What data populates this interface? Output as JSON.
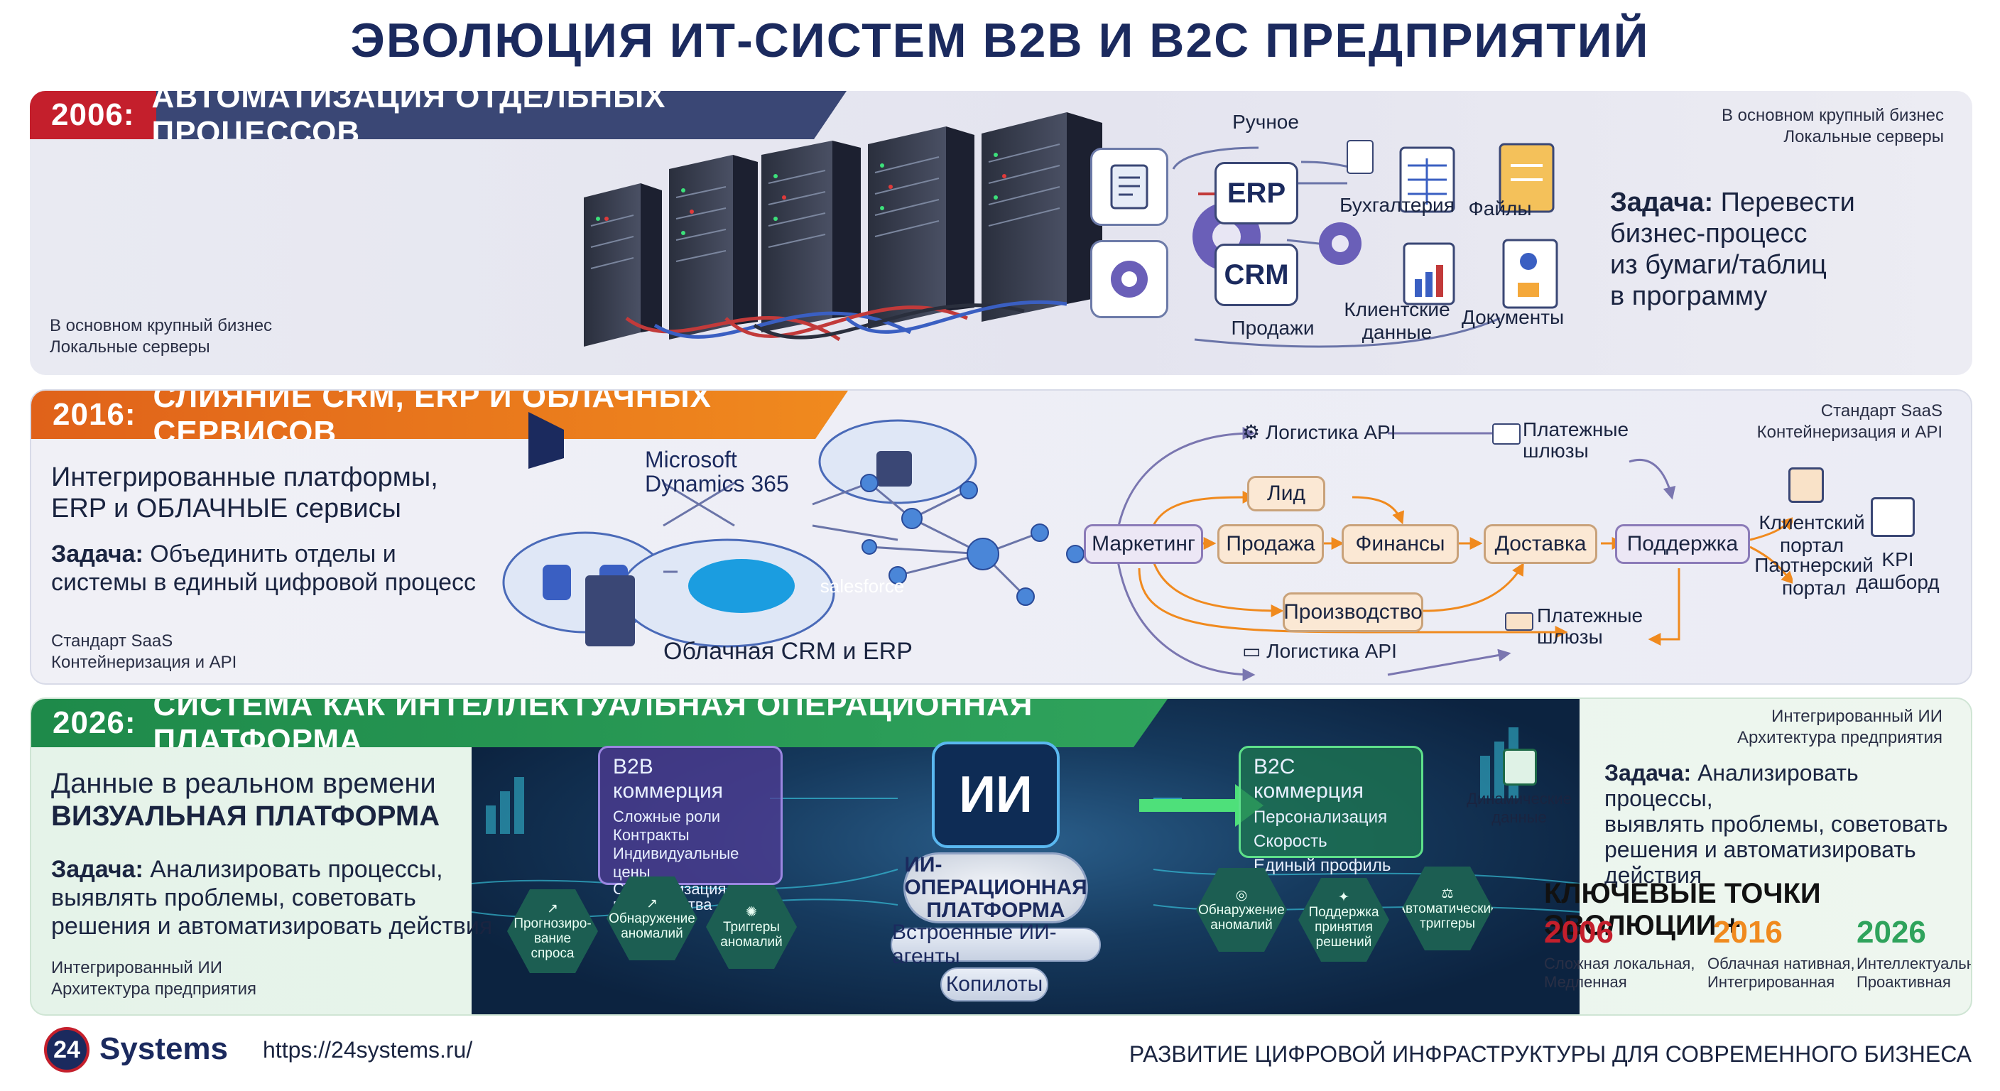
{
  "title": "ЭВОЛЮЦИЯ ИТ-СИСТЕМ B2B И B2C ПРЕДПРИЯТИЙ",
  "colors": {
    "red": "#c41f2c",
    "navy": "#1b2a5e",
    "orange": "#f08a1e",
    "green": "#2fa35c"
  },
  "p2006": {
    "year": "2006:",
    "heading": "АВТОМАТИЗАЦИЯ ОТДЕЛЬНЫХ ПРОЦЕССОВ",
    "note_left": [
      "В основном крупный бизнес",
      "Локальные серверы"
    ],
    "note_right": [
      "В основном крупный бизнес",
      "Локальные серверы"
    ],
    "erp": "ERP",
    "crm": "CRM",
    "manual": "Ручное",
    "sales": "Продажи",
    "accounting": "Бухгалтерия",
    "files": "Файлы",
    "client_data": [
      "Клиентские",
      "данные"
    ],
    "documents": "Документы",
    "task_label": "Задача:",
    "task_text": [
      "Перевести",
      "бизнес-процесс",
      "из бумаги/таблиц",
      "в программу"
    ]
  },
  "p2016": {
    "year": "2016:",
    "heading": "СЛИЯНИЕ CRM, ERP И ОБЛАЧНЫХ СЕРВИСОВ",
    "platforms": [
      "Интегрированные платформы,",
      "ERP и ОБЛАЧНЫЕ сервисы"
    ],
    "task_label": "Задача:",
    "task_text": [
      "Объединить отделы и",
      "системы в единый цифровой процесс"
    ],
    "note_left": [
      "Стандарт SaaS",
      "Контейнеризация и API"
    ],
    "note_right": [
      "Стандарт SaaS",
      "Контейнеризация и API"
    ],
    "ms_dynamics": [
      "Microsoft",
      "Dynamics 365"
    ],
    "salesforce": "salesforce",
    "cloud_label": "Облачная CRM и ERP",
    "flow": {
      "marketing": "Маркетинг",
      "lead": "Лид",
      "sale": "Продажа",
      "finance": "Финансы",
      "production": "Производство",
      "delivery": "Доставка",
      "support": "Поддержка",
      "logistics_top": "Логистика API",
      "logistics_bottom": "Логистика API",
      "payments_top": [
        "Платежные",
        "шлюзы"
      ],
      "payments_bottom": [
        "Платежные",
        "шлюзы"
      ],
      "client_portal": [
        "Клиентский",
        "портал"
      ],
      "partner_portal": [
        "Партнерский",
        "портал"
      ],
      "kpi": [
        "KPI",
        "дашборд"
      ]
    }
  },
  "p2026": {
    "year": "2026:",
    "heading": "СИСТЕМА КАК ИНТЕЛЛЕКТУАЛЬНАЯ ОПЕРАЦИОННАЯ ПЛАТФОРМА",
    "realtime": "Данные в реальном времени",
    "visual": "ВИЗУАЛЬНАЯ ПЛАТФОРМА",
    "task_label": "Задача:",
    "task_text_left": [
      "Анализировать процессы,",
      "выявлять проблемы, советовать",
      "решения и автоматизировать действия"
    ],
    "task_text_right": [
      "Анализировать процессы,",
      "выявлять проблемы, советовать",
      "решения и автоматизировать",
      "действия"
    ],
    "note_left": [
      "Интегрированный ИИ",
      "Архитектура предприятия"
    ],
    "note_right": [
      "Интегрированный ИИ",
      "Архитектура предприятия"
    ],
    "b2b": {
      "title": "B2B коммерция",
      "items": [
        "Сложные роли",
        "Контракты",
        "Индивидуальные цены",
        "Синхронизация",
        "производства"
      ]
    },
    "b2c": {
      "title": "B2C коммерция",
      "items": [
        "Персонализация",
        "Скорость",
        "Единый профиль"
      ]
    },
    "ai": "ИИ",
    "platform": [
      "ИИ-ОПЕРАЦИОННАЯ",
      "ПЛАТФОРМА"
    ],
    "agents": "Встроенные ИИ-агенты",
    "copilots": "Копилоты",
    "dynamic": [
      "Динамические",
      "данные"
    ],
    "hex_left": [
      [
        "Прогнозиро-",
        "вание",
        "спроса"
      ],
      [
        "Обнаружение",
        "аномалий"
      ],
      [
        "Триггеры",
        "аномалий"
      ]
    ],
    "hex_right": [
      [
        "Обнаружение",
        "аномалий"
      ],
      [
        "Поддержка",
        "принятия",
        "решений"
      ],
      [
        "Автоматические",
        "триггеры"
      ]
    ],
    "kp_title": "КЛЮЧЕВЫЕ ТОЧКИ ЭВОЛЮЦИИ +",
    "kp": [
      {
        "year": "2006",
        "desc": [
          "Сложная локальная,",
          "Медленная"
        ]
      },
      {
        "year": "2016",
        "desc": [
          "Облачная нативная,",
          "Интегрированная"
        ]
      },
      {
        "year": "2026",
        "desc": [
          "Интеллектуальная,",
          "Проактивная"
        ]
      }
    ]
  },
  "footer": {
    "logo_num": "24",
    "logo_text": "Systems",
    "url": "https://24systems.ru/",
    "tagline": "РАЗВИТИЕ ЦИФРОВОЙ ИНФРАСТРУКТУРЫ ДЛЯ СОВРЕМЕННОГО БИЗНЕСА"
  }
}
